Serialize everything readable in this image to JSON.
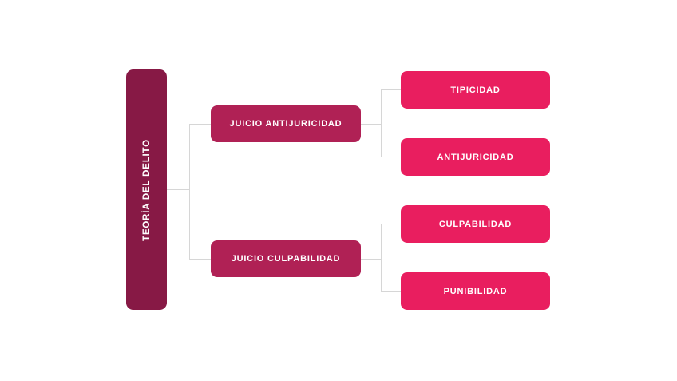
{
  "diagram": {
    "title": "Teoría del delito mind map",
    "background_color": "#FFFFFF",
    "connector_color": "#D6D6D6",
    "text_color": "#FFFFFF",
    "root": {
      "label": "TEORÍA DEL DELITO",
      "color": "#871945"
    },
    "branches": [
      {
        "label": "JUICIO ANTIJURICIDAD",
        "color": "#B02155",
        "children": [
          {
            "label": "TIPICIDAD",
            "color": "#E91E5F"
          },
          {
            "label": "ANTIJURICIDAD",
            "color": "#E91E5F"
          }
        ]
      },
      {
        "label": "JUICIO CULPABILIDAD",
        "color": "#B02155",
        "children": [
          {
            "label": "CULPABILIDAD",
            "color": "#E91E5F"
          },
          {
            "label": "PUNIBILIDAD",
            "color": "#E91E5F"
          }
        ]
      }
    ]
  }
}
